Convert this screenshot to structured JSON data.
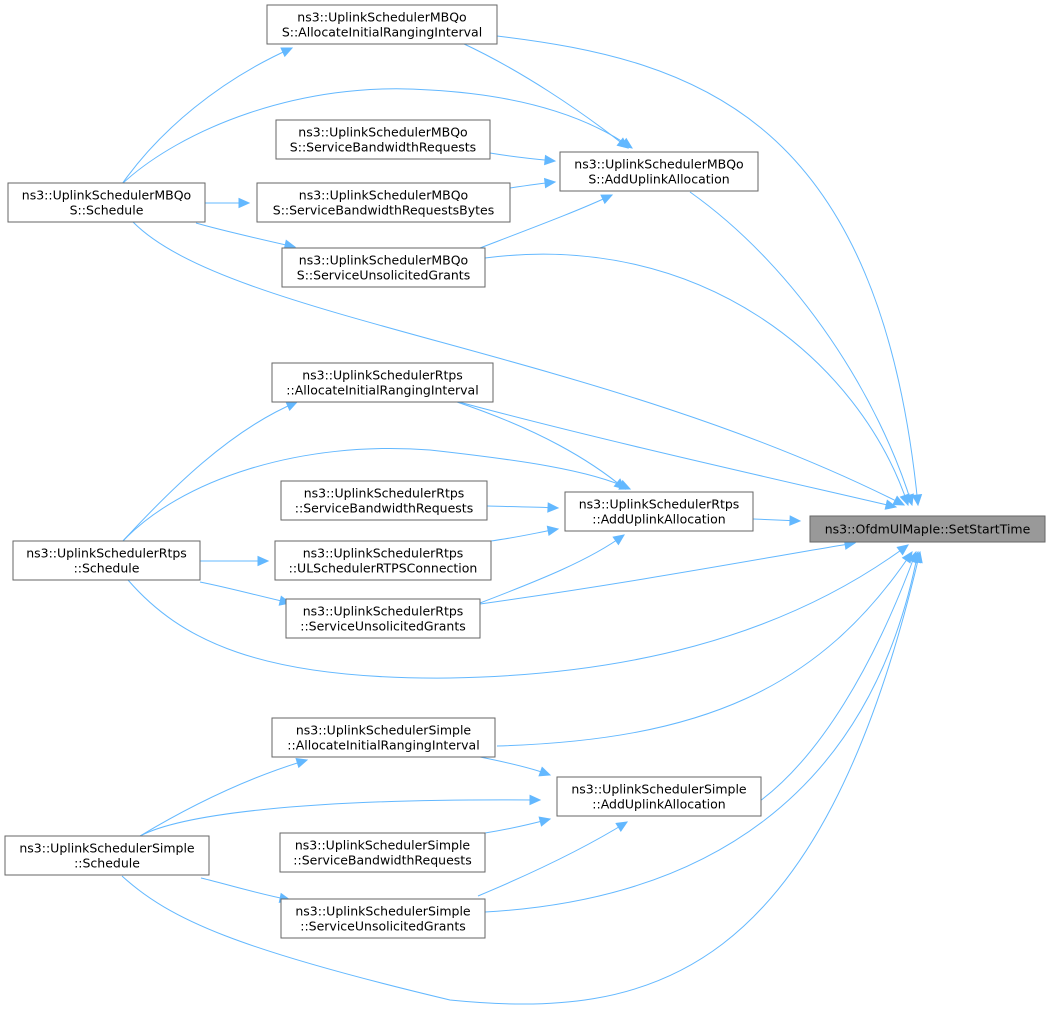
{
  "graph": {
    "root": {
      "id": "n0",
      "lines": [
        "ns3::OfdmUlMapIe::SetStartTime"
      ]
    },
    "nodes": [
      {
        "id": "m_air",
        "lines": [
          "ns3::UplinkSchedulerMBQo",
          "S::AllocateInitialRangingInterval"
        ]
      },
      {
        "id": "m_add",
        "lines": [
          "ns3::UplinkSchedulerMBQo",
          "S::AddUplinkAllocation"
        ]
      },
      {
        "id": "m_sbr",
        "lines": [
          "ns3::UplinkSchedulerMBQo",
          "S::ServiceBandwidthRequests"
        ]
      },
      {
        "id": "m_sbrb",
        "lines": [
          "ns3::UplinkSchedulerMBQo",
          "S::ServiceBandwidthRequestsBytes"
        ]
      },
      {
        "id": "m_sched",
        "lines": [
          "ns3::UplinkSchedulerMBQo",
          "S::Schedule"
        ]
      },
      {
        "id": "m_sug",
        "lines": [
          "ns3::UplinkSchedulerMBQo",
          "S::ServiceUnsolicitedGrants"
        ]
      },
      {
        "id": "r_air",
        "lines": [
          "ns3::UplinkSchedulerRtps",
          "::AllocateInitialRangingInterval"
        ]
      },
      {
        "id": "r_add",
        "lines": [
          "ns3::UplinkSchedulerRtps",
          "::AddUplinkAllocation"
        ]
      },
      {
        "id": "r_sbr",
        "lines": [
          "ns3::UplinkSchedulerRtps",
          "::ServiceBandwidthRequests"
        ]
      },
      {
        "id": "r_sched",
        "lines": [
          "ns3::UplinkSchedulerRtps",
          "::Schedule"
        ]
      },
      {
        "id": "r_ulrt",
        "lines": [
          "ns3::UplinkSchedulerRtps",
          "::ULSchedulerRTPSConnection"
        ]
      },
      {
        "id": "r_sug",
        "lines": [
          "ns3::UplinkSchedulerRtps",
          "::ServiceUnsolicitedGrants"
        ]
      },
      {
        "id": "s_air",
        "lines": [
          "ns3::UplinkSchedulerSimple",
          "::AllocateInitialRangingInterval"
        ]
      },
      {
        "id": "s_add",
        "lines": [
          "ns3::UplinkSchedulerSimple",
          "::AddUplinkAllocation"
        ]
      },
      {
        "id": "s_sched",
        "lines": [
          "ns3::UplinkSchedulerSimple",
          "::Schedule"
        ]
      },
      {
        "id": "s_sbr",
        "lines": [
          "ns3::UplinkSchedulerSimple",
          "::ServiceBandwidthRequests"
        ]
      },
      {
        "id": "s_sug",
        "lines": [
          "ns3::UplinkSchedulerSimple",
          "::ServiceUnsolicitedGrants"
        ]
      }
    ],
    "edges": [
      {
        "from": "m_air",
        "to": "n0"
      },
      {
        "from": "m_add",
        "to": "n0"
      },
      {
        "from": "m_sug",
        "to": "n0"
      },
      {
        "from": "m_sched",
        "to": "n0"
      },
      {
        "from": "r_air",
        "to": "n0"
      },
      {
        "from": "r_add",
        "to": "n0"
      },
      {
        "from": "r_sug",
        "to": "n0"
      },
      {
        "from": "r_sched",
        "to": "n0"
      },
      {
        "from": "s_air",
        "to": "n0"
      },
      {
        "from": "s_add",
        "to": "n0"
      },
      {
        "from": "s_sug",
        "to": "n0"
      },
      {
        "from": "s_sched",
        "to": "n0"
      },
      {
        "from": "m_air",
        "to": "m_add"
      },
      {
        "from": "m_sbr",
        "to": "m_add"
      },
      {
        "from": "m_sbrb",
        "to": "m_add"
      },
      {
        "from": "m_sug",
        "to": "m_add"
      },
      {
        "from": "m_sched",
        "to": "m_add"
      },
      {
        "from": "m_sched",
        "to": "m_air"
      },
      {
        "from": "m_sched",
        "to": "m_sbrb"
      },
      {
        "from": "m_sched",
        "to": "m_sug"
      },
      {
        "from": "r_air",
        "to": "r_add"
      },
      {
        "from": "r_sbr",
        "to": "r_add"
      },
      {
        "from": "r_ulrt",
        "to": "r_add"
      },
      {
        "from": "r_sug",
        "to": "r_add"
      },
      {
        "from": "r_sched",
        "to": "r_add"
      },
      {
        "from": "r_sched",
        "to": "r_air"
      },
      {
        "from": "r_sched",
        "to": "r_ulrt"
      },
      {
        "from": "r_sched",
        "to": "r_sug"
      },
      {
        "from": "s_air",
        "to": "s_add"
      },
      {
        "from": "s_sbr",
        "to": "s_add"
      },
      {
        "from": "s_sug",
        "to": "s_add"
      },
      {
        "from": "s_sched",
        "to": "s_add"
      },
      {
        "from": "s_sched",
        "to": "s_air"
      },
      {
        "from": "s_sched",
        "to": "s_sug"
      }
    ]
  },
  "colors": {
    "edge": "#63b8ff",
    "node_border": "#666666",
    "root_fill": "#999999",
    "node_fill": "#ffffff"
  }
}
